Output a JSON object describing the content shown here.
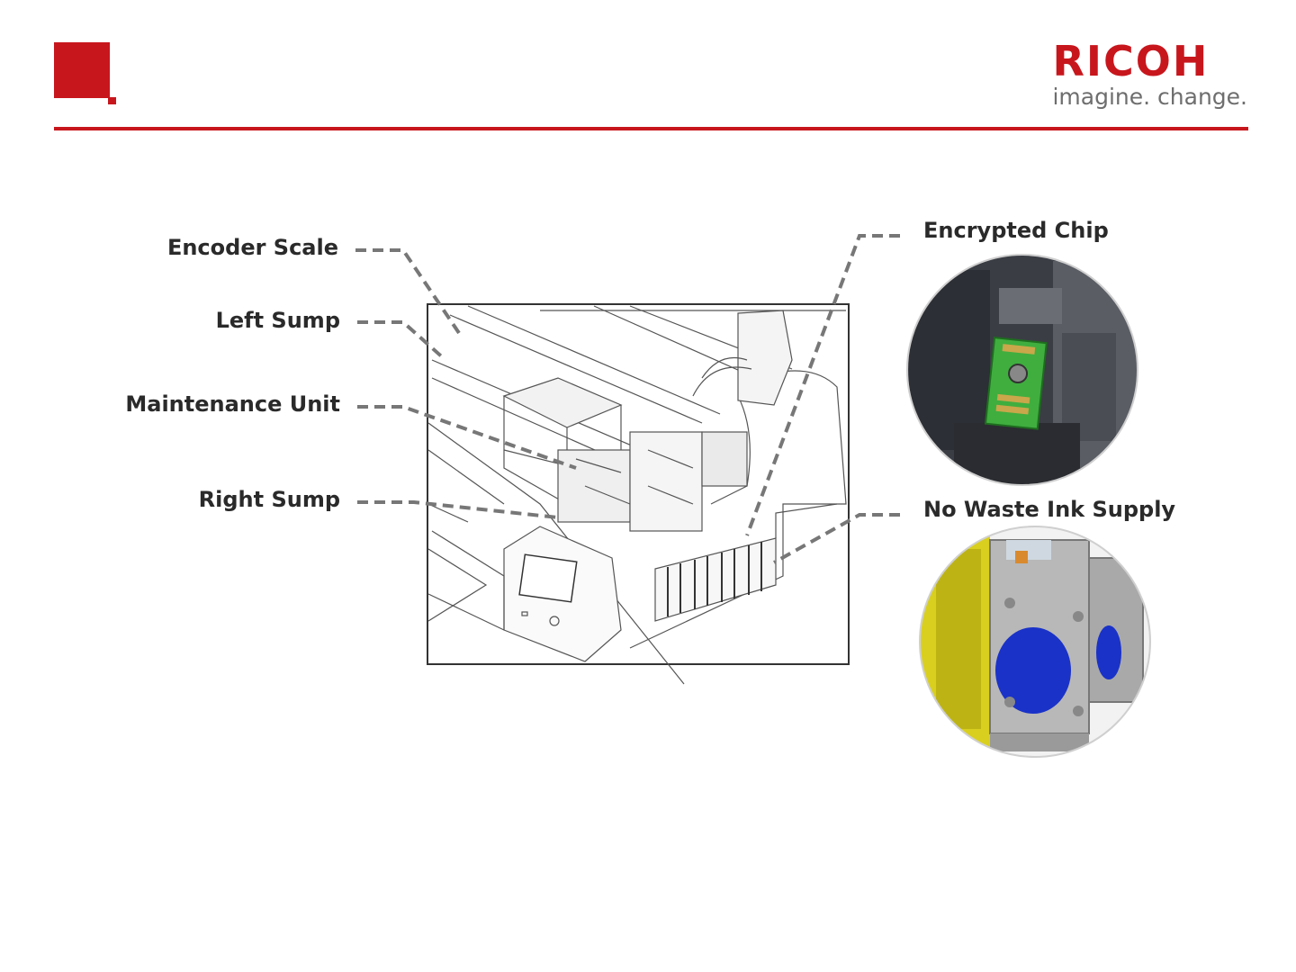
{
  "brand": {
    "name": "RICOH",
    "tagline": "imagine. change.",
    "accent_color": "#c8161d"
  },
  "labels": {
    "encoder_scale": "Encoder Scale",
    "left_sump": "Left Sump",
    "maintenance_unit": "Maintenance Unit",
    "right_sump": "Right Sump",
    "encrypted_chip": "Encrypted Chip",
    "no_waste_ink_supply": "No Waste Ink Supply"
  }
}
